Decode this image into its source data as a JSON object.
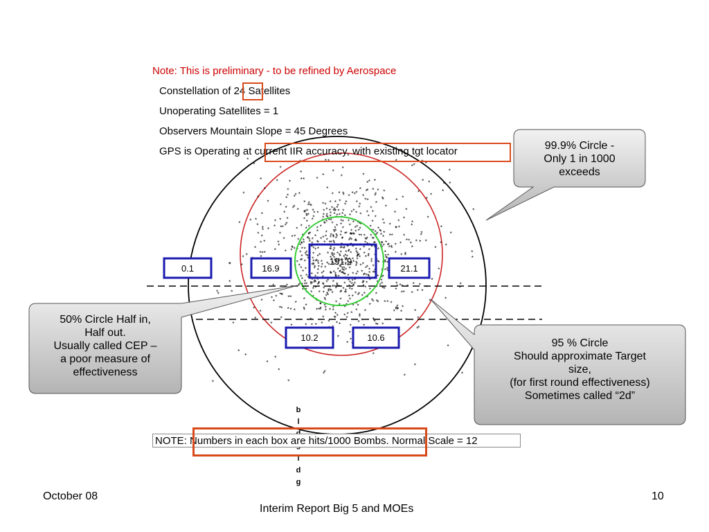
{
  "header": {
    "note": "Note: This is preliminary - to be refined by Aerospace",
    "constellation_prefix": "Constellation of",
    "constellation_value": "24",
    "constellation_suffix": "Satellites",
    "unoperating": "Unoperating Satellites =  1",
    "slope": "Observers Mountain Slope =  45 Degrees",
    "gps_prefix": "GPS is Operating at",
    "gps_highlight": "current IIR accuracy, with existing tgt locator"
  },
  "boxes": [
    {
      "label": "0.1"
    },
    {
      "label": "16.9"
    },
    {
      "label": "191.9"
    },
    {
      "label": "21.1"
    },
    {
      "label": "10.2"
    },
    {
      "label": "10.6"
    }
  ],
  "callouts": {
    "circle_999": [
      "99.9% Circle -",
      "Only 1 in 1000",
      "exceeds"
    ],
    "circle_50": [
      "50% Circle Half in,",
      "Half out.",
      "Usually called CEP –",
      "a poor measure of",
      "effectiveness"
    ],
    "circle_95": [
      "95 % Circle",
      "Should approximate Target",
      "size,",
      "(for first round effectiveness)",
      "Sometimes called “2d”"
    ]
  },
  "bldg_letters": [
    "b",
    "l",
    "d",
    "g",
    "l",
    "d",
    "g"
  ],
  "bottom_note": {
    "prefix": "NOTE:",
    "highlight": "Numbers in each box are hits/1000 Bombs.",
    "suffix": "Normal Scale = 12"
  },
  "footer": {
    "date": "October 08",
    "title": "Interim Report Big 5 and MOEs",
    "page": "10"
  },
  "colors": {
    "note_red": "#cc0000",
    "highlight_orange": "#d94a1a",
    "box_blue": "#1a1ab0",
    "circle_red": "#cc2222",
    "circle_green": "#33cc33",
    "callout_gray": "#c8c8c8"
  }
}
